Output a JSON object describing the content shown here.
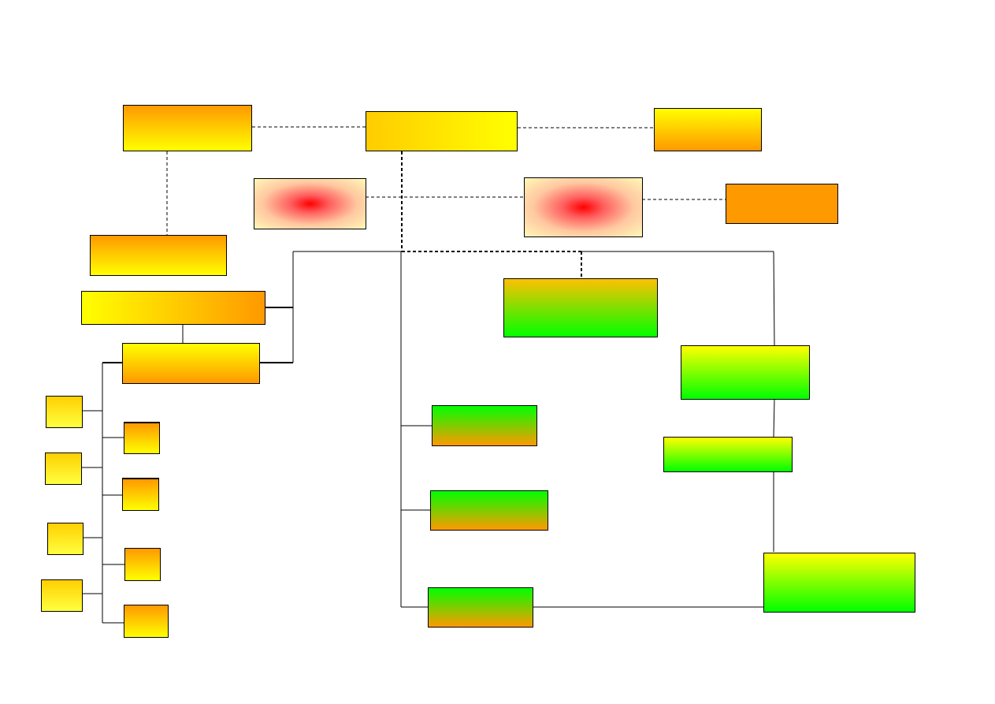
{
  "diagram": {
    "background": "#ffffff",
    "line_color": "#000000",
    "colors": {
      "orange": "#ff9900",
      "yellow": "#ffff00",
      "green": "#00ff00",
      "red": "#ff0000",
      "pale_yellow": "#fff8b8"
    },
    "nodes": [
      {
        "id": "n-top-left",
        "label": ""
      },
      {
        "id": "n-top-center",
        "label": ""
      },
      {
        "id": "n-top-right",
        "label": ""
      },
      {
        "id": "n-radial-left",
        "label": ""
      },
      {
        "id": "n-radial-right",
        "label": ""
      },
      {
        "id": "n-orange-right",
        "label": ""
      },
      {
        "id": "n-left-mid",
        "label": ""
      },
      {
        "id": "n-left-wide",
        "label": ""
      },
      {
        "id": "n-left-branch",
        "label": ""
      },
      {
        "id": "n-center-green-top",
        "label": ""
      },
      {
        "id": "n-right-green-1",
        "label": ""
      },
      {
        "id": "n-right-green-2",
        "label": ""
      },
      {
        "id": "n-right-green-3",
        "label": ""
      },
      {
        "id": "n-center-go-1",
        "label": ""
      },
      {
        "id": "n-center-go-2",
        "label": ""
      },
      {
        "id": "n-center-go-3",
        "label": ""
      },
      {
        "id": "n-small-l1",
        "label": ""
      },
      {
        "id": "n-small-l2",
        "label": ""
      },
      {
        "id": "n-small-l3",
        "label": ""
      },
      {
        "id": "n-small-l4",
        "label": ""
      },
      {
        "id": "n-small-r1",
        "label": ""
      },
      {
        "id": "n-small-r2",
        "label": ""
      },
      {
        "id": "n-small-r3",
        "label": ""
      },
      {
        "id": "n-small-r4",
        "label": ""
      }
    ]
  }
}
